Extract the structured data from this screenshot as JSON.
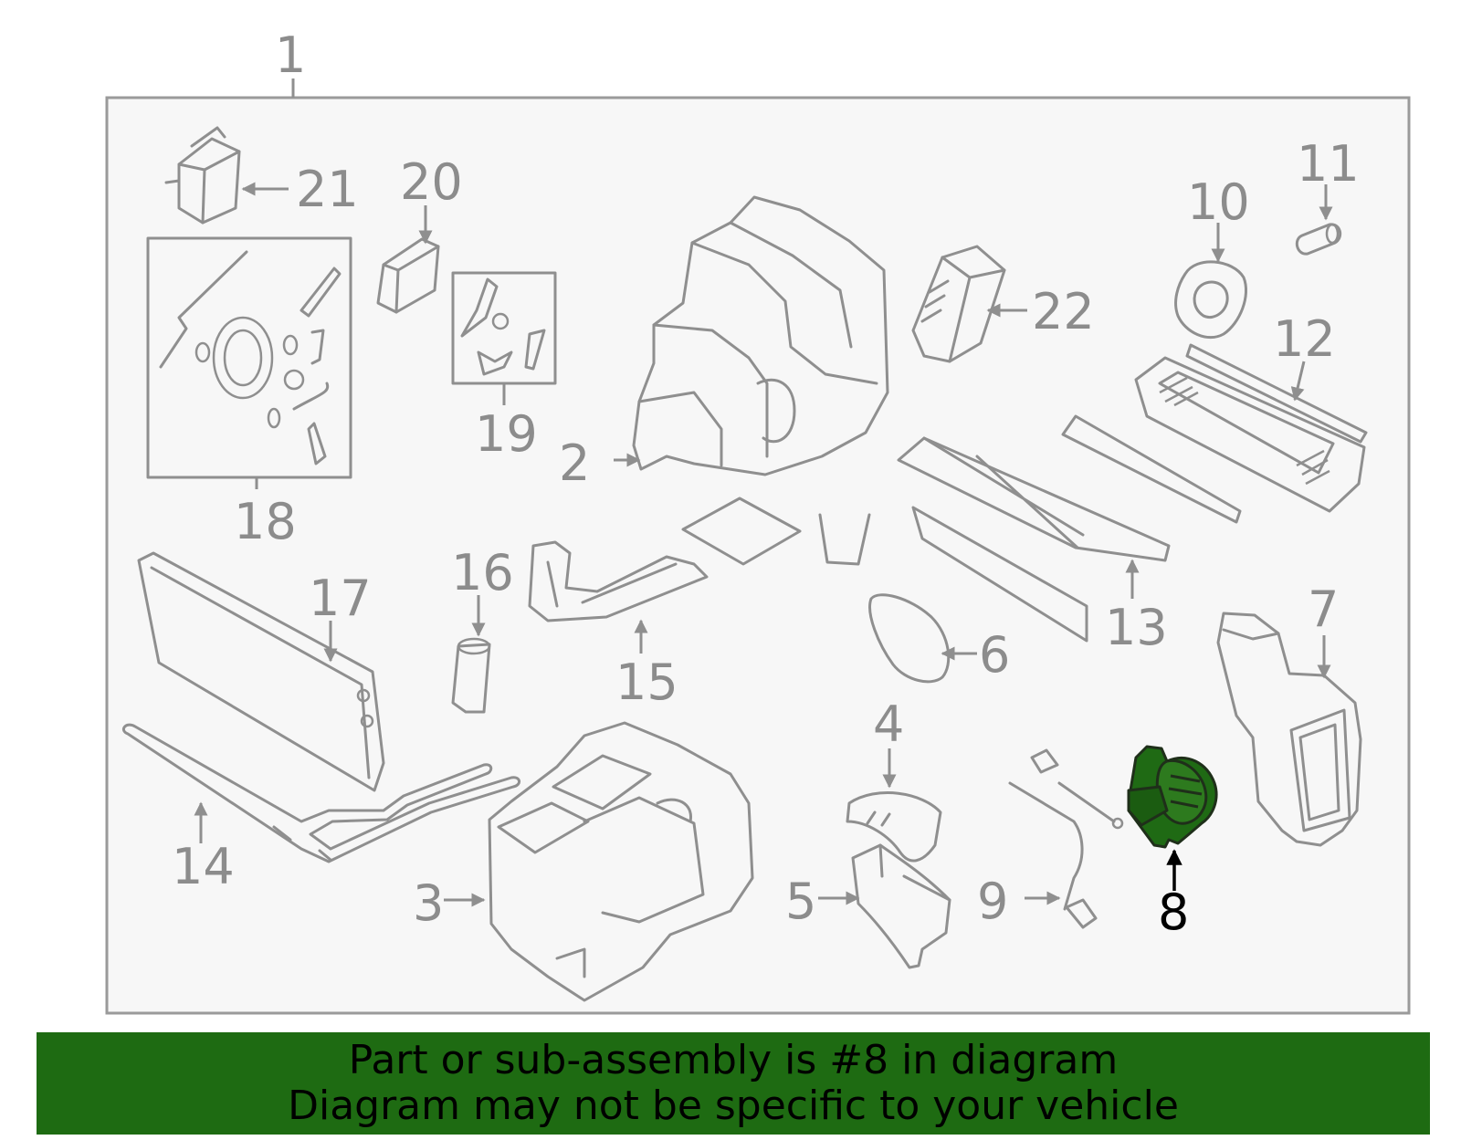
{
  "diagram": {
    "callouts": [
      "1",
      "2",
      "3",
      "4",
      "5",
      "6",
      "7",
      "8",
      "9",
      "10",
      "11",
      "12",
      "13",
      "14",
      "15",
      "16",
      "17",
      "18",
      "19",
      "20",
      "21",
      "22"
    ],
    "highlighted_callout": "8"
  },
  "banner": {
    "line1": "Part or sub-assembly is #8 in diagram",
    "line2": "Diagram may not be specific to your vehicle"
  },
  "colors": {
    "banner_background": "#1e6b12",
    "highlight_fill": "#1f6a14",
    "part_outline": "#8f8f8f",
    "frame_background": "#f7f7f7"
  }
}
